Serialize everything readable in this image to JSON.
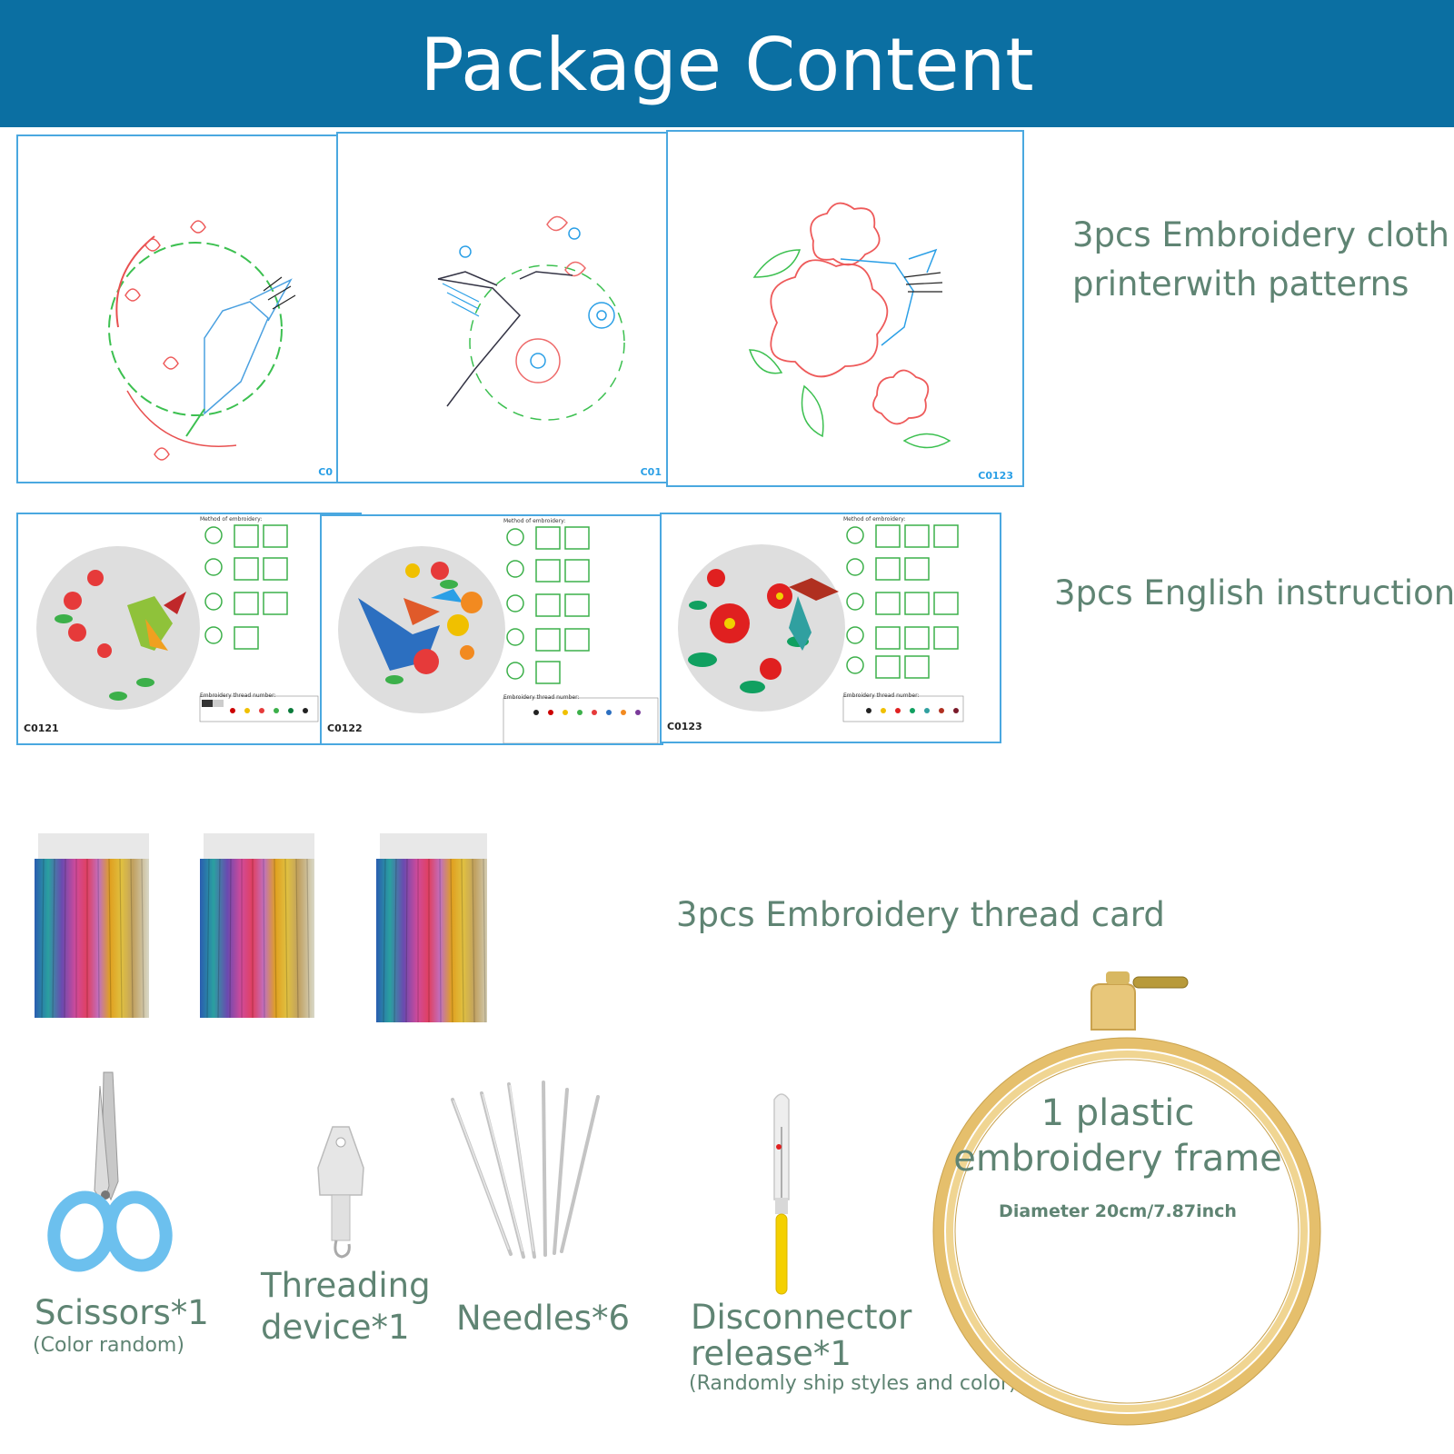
{
  "header": {
    "title": "Package Content"
  },
  "cloths": {
    "label_line1": "3pcs Embroidery cloth",
    "label_line2": "printerwith patterns",
    "items": [
      {
        "code": "C0"
      },
      {
        "code": "C01"
      },
      {
        "code": "C0123"
      }
    ]
  },
  "instructions": {
    "label": "3pcs English instruction",
    "method_heading": "Method of embroidery:",
    "thread_heading": "Embroidery thread number:",
    "items": [
      {
        "code": "C0121"
      },
      {
        "code": "C0122"
      },
      {
        "code": "C0123"
      }
    ]
  },
  "thread_cards": {
    "label": "3pcs Embroidery thread card"
  },
  "tools": {
    "scissors": {
      "label": "Scissors*1",
      "note": "(Color random)"
    },
    "threader": {
      "line1": "Threading",
      "line2": "device*1"
    },
    "needles": {
      "label": "Needles*6"
    },
    "disconnector": {
      "line1": "Disconnector",
      "line2": "release*1",
      "note": "(Randomly ship styles and color)"
    }
  },
  "frame": {
    "line1": "1 plastic",
    "line2": "embroidery frame",
    "diameter": "Diameter 20cm/7.87inch"
  },
  "colors": {
    "header_bg": "#0b6fa2",
    "label_text": "#5f8473",
    "border_blue": "#4aa8e0",
    "frame_wood": "#e8c77a"
  }
}
